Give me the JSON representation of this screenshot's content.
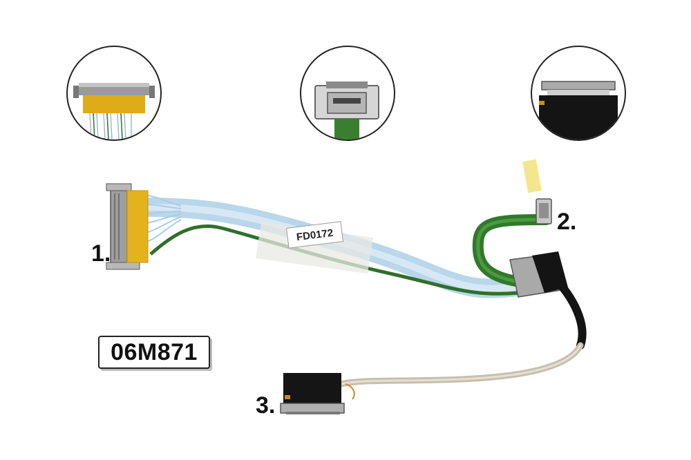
{
  "part_number": "06M871",
  "cable_label": "FD0172",
  "thumbnails": [
    {
      "label": "1."
    },
    {
      "label": "2."
    },
    {
      "label": "3."
    }
  ],
  "callouts": {
    "connector_1": "1.",
    "connector_2": "2.",
    "connector_3": "3."
  },
  "colors": {
    "background": "#ffffff",
    "cable_blue": "#b9d6ea",
    "cable_green": "#2f6f2a",
    "kapton_yellow": "#e4b21c",
    "black_tape": "#151515",
    "metal": "#a7a7a7"
  }
}
